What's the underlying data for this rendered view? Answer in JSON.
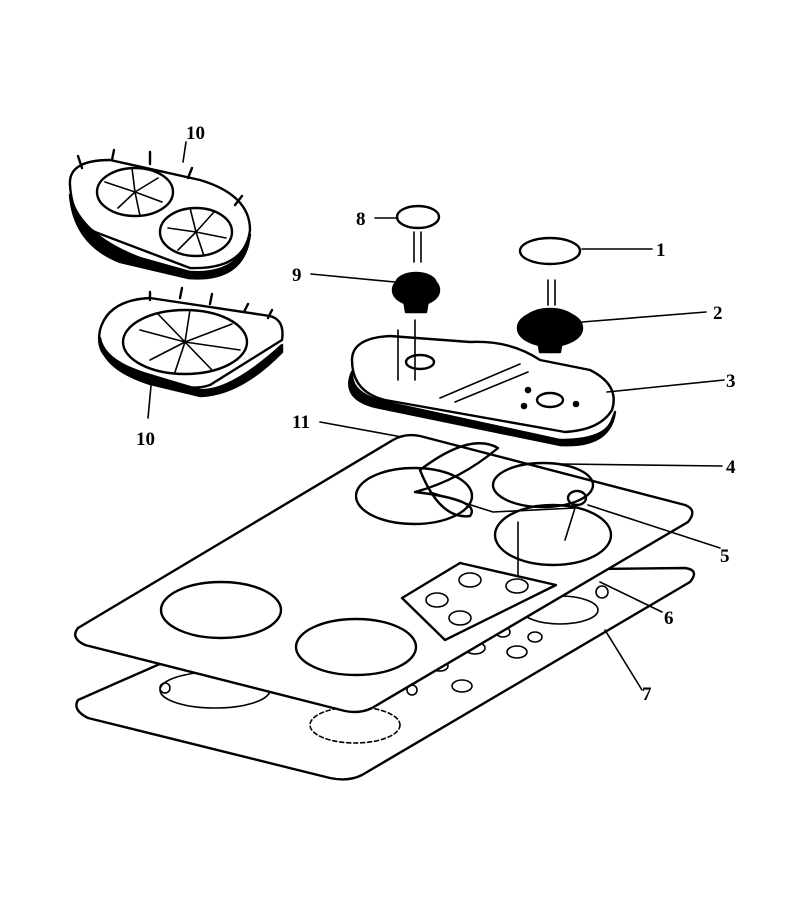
{
  "diagram": {
    "callouts": [
      {
        "id": "1",
        "text": "1"
      },
      {
        "id": "2",
        "text": "2"
      },
      {
        "id": "3",
        "text": "3"
      },
      {
        "id": "4",
        "text": "4"
      },
      {
        "id": "5",
        "text": "5"
      },
      {
        "id": "6",
        "text": "6"
      },
      {
        "id": "7",
        "text": "7"
      },
      {
        "id": "8",
        "text": "8"
      },
      {
        "id": "9",
        "text": "9"
      },
      {
        "id": "10a",
        "text": "10"
      },
      {
        "id": "10b",
        "text": "10"
      },
      {
        "id": "11",
        "text": "11"
      }
    ]
  }
}
